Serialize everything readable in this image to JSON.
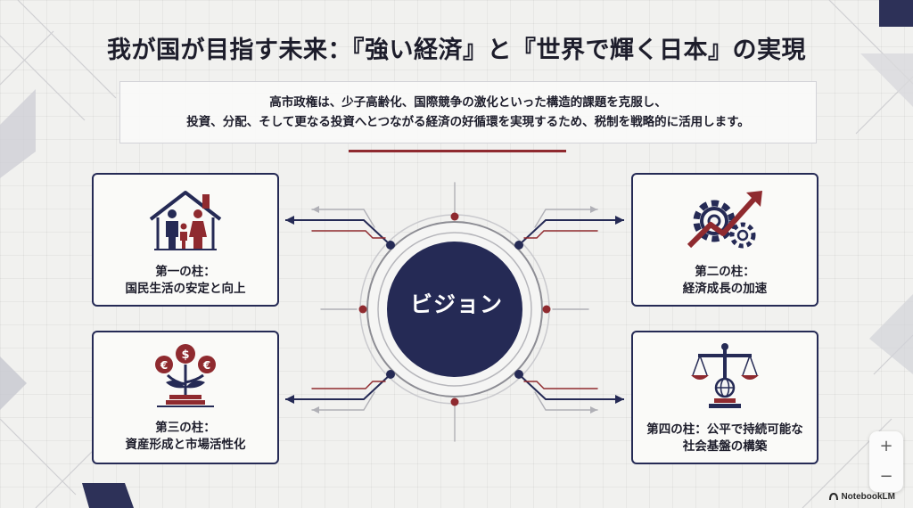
{
  "title": "我が国が目指す未来：『強い経済』と『世界で輝く日本』の実現",
  "intro": {
    "line1": "高市政権は、少子高齢化、国際競争の激化といった構造的課題を克服し、",
    "line2": "投資、分配、そして更なる投資へとつながる経済の好循環を実現するため、税制を戦略的に活用します。"
  },
  "center": {
    "label": "ビジョン"
  },
  "pillars": [
    {
      "line1": "第一の柱：",
      "line2": "国民生活の安定と向上",
      "icon": "family-house-icon"
    },
    {
      "line1": "第二の柱：",
      "line2": "経済成長の加速",
      "icon": "gear-growth-arrow-icon"
    },
    {
      "line1": "第三の柱：",
      "line2": "資産形成と市場活性化",
      "icon": "money-plant-icon"
    },
    {
      "line1": "第四の柱：公平で持続可能な",
      "line2": "社会基盤の構築",
      "icon": "balance-scale-globe-icon"
    }
  ],
  "colors": {
    "navy": "#252a55",
    "red": "#8f2a2f",
    "background": "#f1f1ef"
  },
  "zoom": {
    "plus": "+",
    "minus": "−"
  },
  "brand": "NotebookLM"
}
